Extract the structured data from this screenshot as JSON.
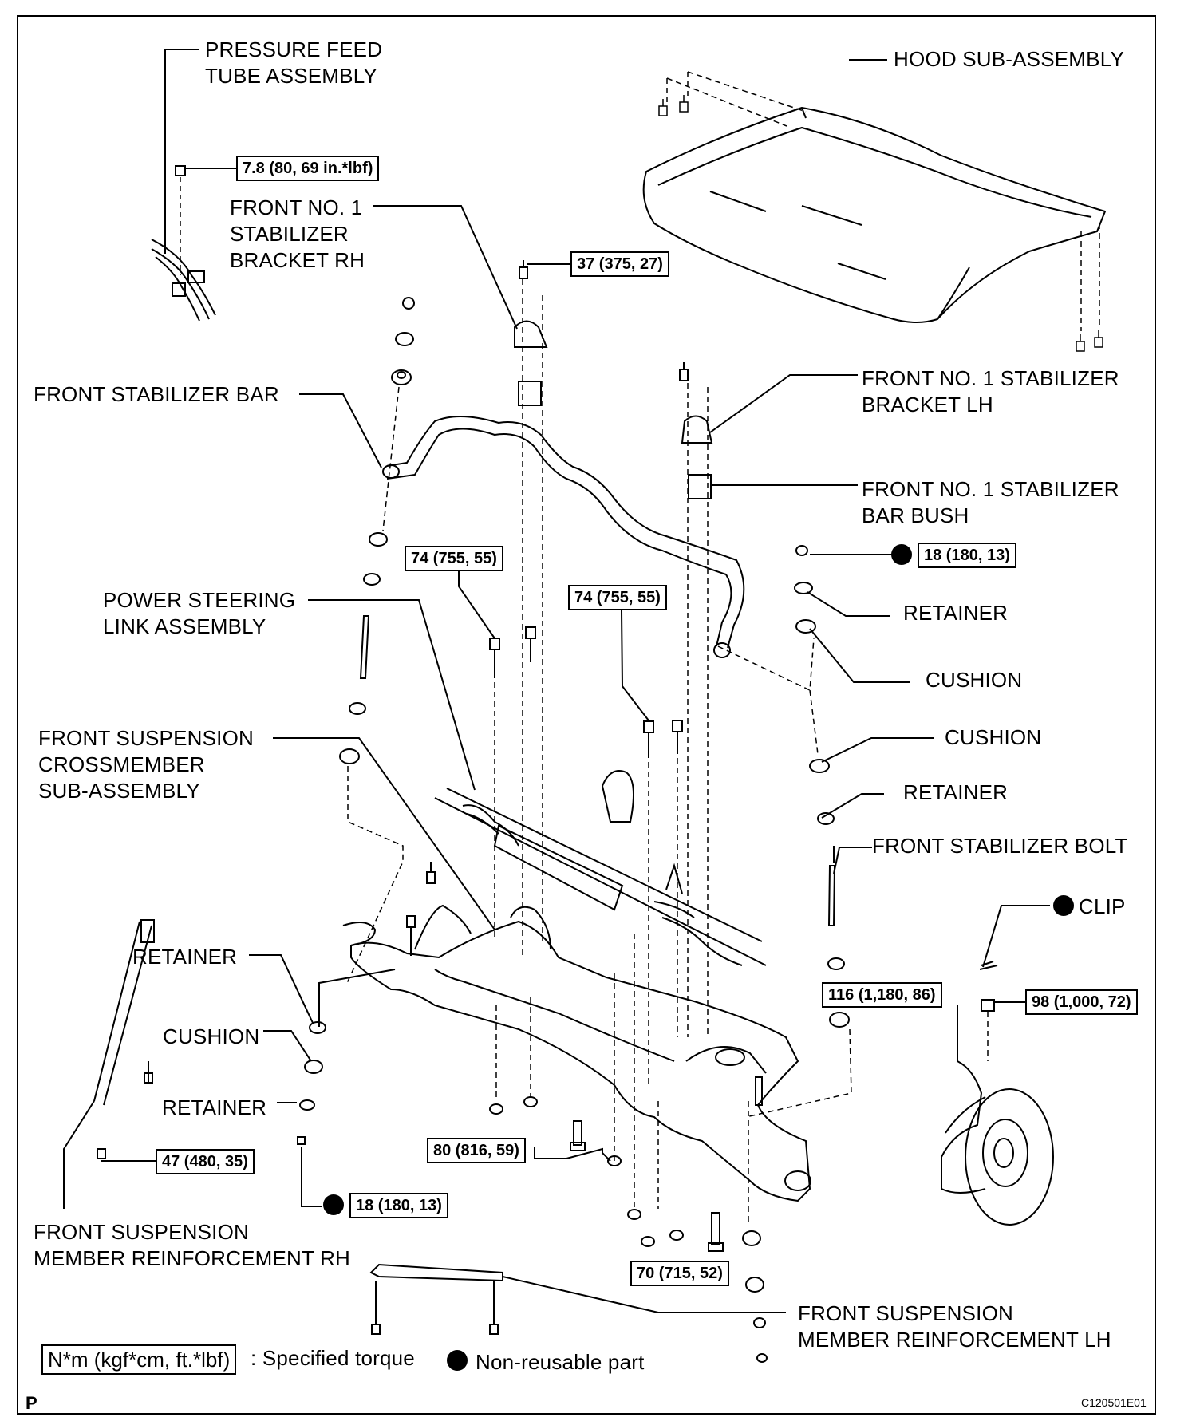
{
  "labels": {
    "pressure_feed_tube": [
      "PRESSURE FEED",
      "TUBE ASSEMBLY"
    ],
    "hood": "HOOD SUB-ASSEMBLY",
    "front_no1_bracket_rh": [
      "FRONT NO. 1",
      "STABILIZER",
      "BRACKET RH"
    ],
    "front_stabilizer_bar": "FRONT STABILIZER BAR",
    "front_no1_bracket_lh": [
      "FRONT NO. 1 STABILIZER",
      "BRACKET LH"
    ],
    "front_no1_bush": [
      "FRONT NO. 1 STABILIZER",
      "BAR BUSH"
    ],
    "retainer_right_upper": "RETAINER",
    "power_steering_link": [
      "POWER STEERING",
      "LINK ASSEMBLY"
    ],
    "cushion_right_upper": "CUSHION",
    "cushion_right_lower": "CUSHION",
    "crossmember": [
      "FRONT SUSPENSION",
      "CROSSMEMBER",
      "SUB-ASSEMBLY"
    ],
    "retainer_right_lower": "RETAINER",
    "front_stabilizer_bolt": "FRONT STABILIZER BOLT",
    "clip": "CLIP",
    "retainer_left_upper": "RETAINER",
    "cushion_left": "CUSHION",
    "retainer_left_lower": "RETAINER",
    "reinforcement_rh": [
      "FRONT SUSPENSION",
      "MEMBER REINFORCEMENT RH"
    ],
    "reinforcement_lh": [
      "FRONT SUSPENSION",
      "MEMBER REINFORCEMENT LH"
    ]
  },
  "torques": {
    "pressure_feed": "7.8 (80, 69 in.*lbf)",
    "bracket_bolt": "37 (375, 27)",
    "stabilizer_nut": "18 (180, 13)",
    "crossmember_upper_left": "74 (755, 55)",
    "crossmember_upper_right": "74 (755, 55)",
    "crossmember_rear": "116 (1,180, 86)",
    "knuckle_nut": "98 (1,000, 72)",
    "reinforcement_rh_bolt": "47 (480, 35)",
    "stabilizer_nut_left": "18 (180, 13)",
    "crossmember_front": "80 (816, 59)",
    "crossmember_bottom": "70 (715, 52)"
  },
  "legend": {
    "unit_box": "N*m (kgf*cm, ft.*lbf)",
    "torque_text": ": Specified torque",
    "nonreusable_text": "Non-reusable part"
  },
  "footer": {
    "page_marker": "P",
    "figure_code": "C120501E01"
  }
}
